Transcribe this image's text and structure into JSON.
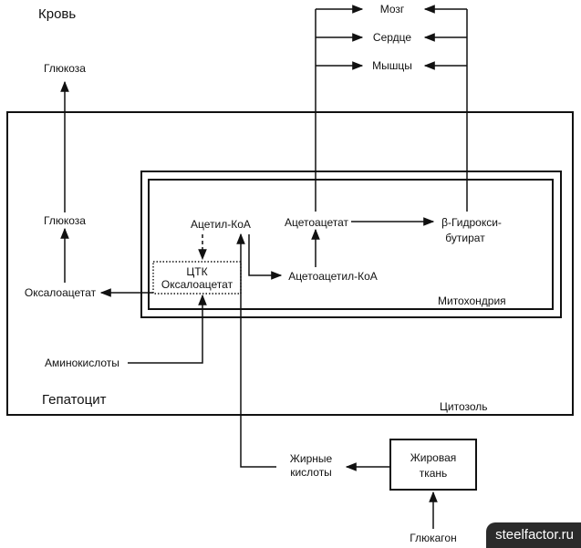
{
  "labels": {
    "blood": "Кровь",
    "glucose_top": "Глюкоза",
    "glucose_mid": "Глюкоза",
    "oxaloacetate_left": "Оксалоацетат",
    "amino_acids": "Аминокислоты",
    "hepatocyte": "Гепатоцит",
    "cytosol": "Цитозоль",
    "mitochondria": "Митохондрия",
    "acetyl_coa": "Ацетил-КоА",
    "tca_line1": "ЦТК",
    "tca_line2": "Оксалоацетат",
    "acetoacetyl_coa": "Ацетоацетил-КоА",
    "acetoacetate": "Ацетоацетат",
    "hydroxybutyrate_line1": "β-Гидрокси-",
    "hydroxybutyrate_line2": "бутират",
    "brain": "Мозг",
    "heart": "Сердце",
    "muscles": "Мышцы",
    "fatty_acids_line1": "Жирные",
    "fatty_acids_line2": "кислоты",
    "adipose_line1": "Жировая",
    "adipose_line2": "ткань",
    "glucagon": "Глюкагон"
  },
  "watermark": "steelfactor.ru"
}
